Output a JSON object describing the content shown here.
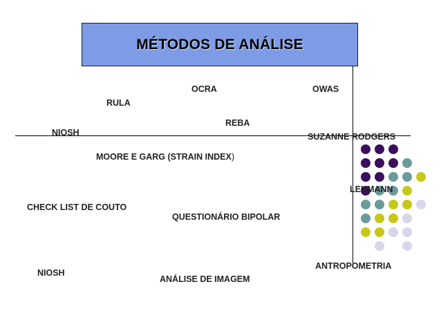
{
  "title": "MÉTODOS DE ANÁLISE",
  "methods": {
    "ocra": "OCRA",
    "owas": "OWAS",
    "rula": "RULA",
    "reba": "REBA",
    "niosh_top": "NIOSH",
    "suzanne_rodgers": "SUZANNE RODGERS",
    "moore_garg": "MOORE E GARG (STRAIN INDEX",
    "moore_garg_paren": ")",
    "lehmann": "LEHMANN",
    "check_list": "CHECK LIST DE COUTO",
    "questionario": "QUESTIONÁRIO BIPOLAR",
    "antropometria": "ANTROPOMETRIA",
    "niosh_bottom": "NIOSH",
    "analise_imagem": "ANÁLISE DE IMAGEM"
  },
  "colors": {
    "title_bg": "#7e9be6",
    "dot_dark": "#3b0f5c",
    "dot_teal": "#6a9b9b",
    "dot_yellow": "#c8c81a",
    "dot_light": "#d8d6ea"
  },
  "dot_grid": [
    [
      "dark",
      "dark",
      "dark",
      null,
      null
    ],
    [
      "dark",
      "dark",
      "dark",
      "teal",
      null
    ],
    [
      "dark",
      "dark",
      "teal",
      "teal",
      "yellow"
    ],
    [
      "dark",
      "teal",
      "teal",
      "yellow",
      null
    ],
    [
      "teal",
      "teal",
      "yellow",
      "yellow",
      "light"
    ],
    [
      "teal",
      "yellow",
      "yellow",
      "light",
      null
    ],
    [
      "yellow",
      "yellow",
      "light",
      "light",
      null
    ],
    [
      null,
      "light",
      null,
      "light",
      null
    ]
  ]
}
